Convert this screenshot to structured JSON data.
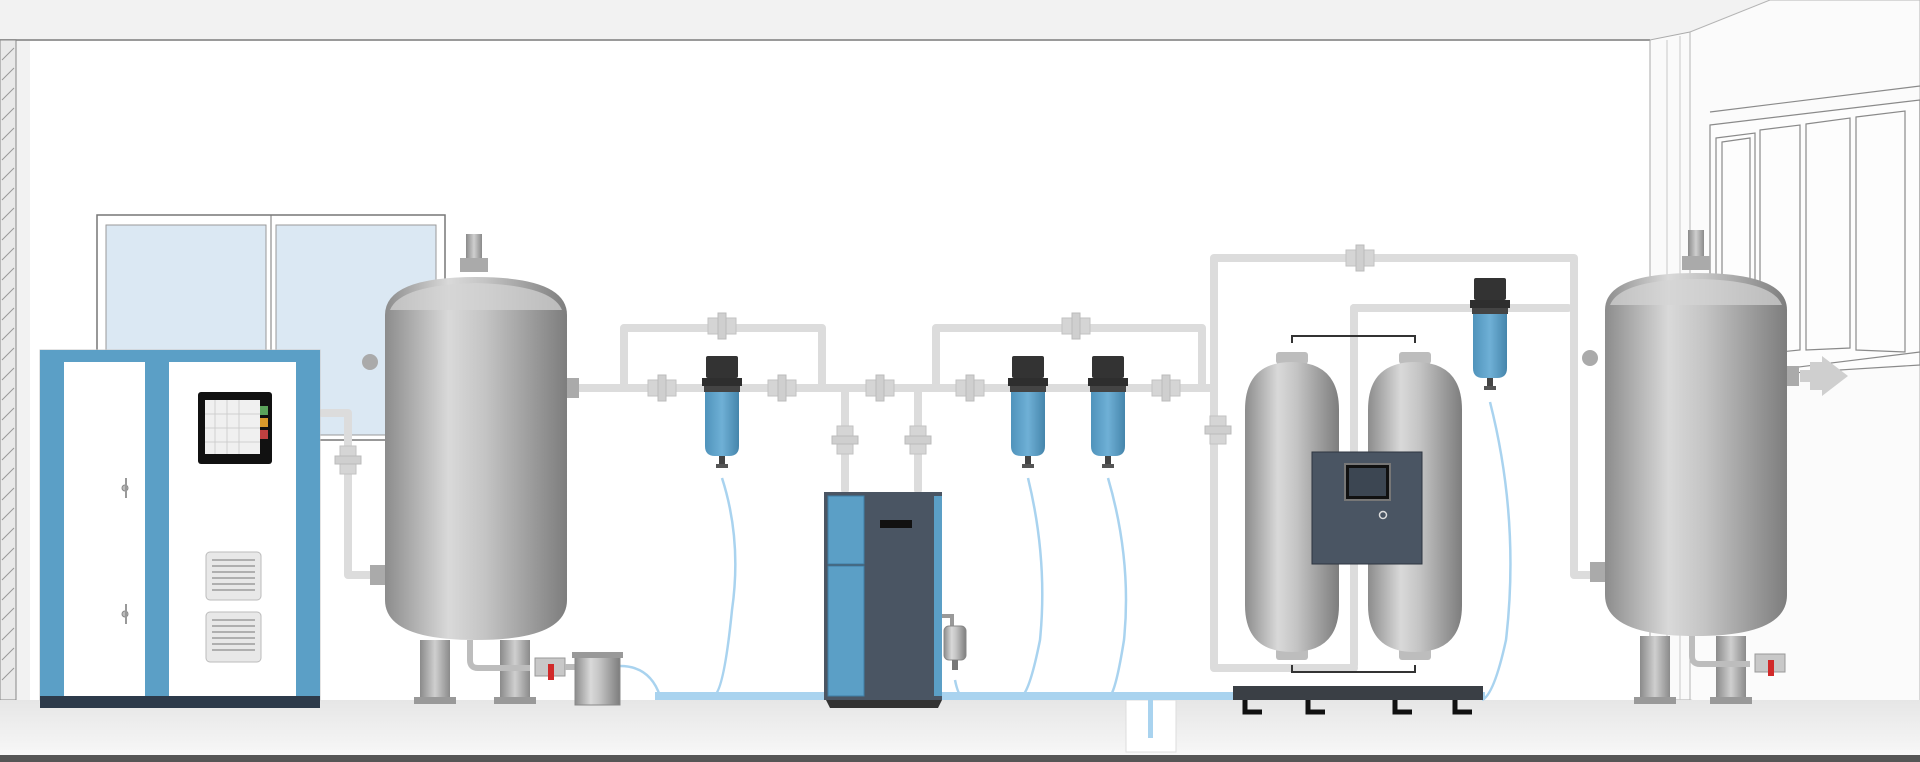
{
  "scene": {
    "kind": "compressed air system room",
    "colors": {
      "wall": "#ffffff",
      "floor": "#eeeeee",
      "pipe": "#dcdcdc",
      "accent_blue": "#5b9fc6",
      "dark_panel": "#4a5563",
      "drain_line": "#a9d3ef",
      "tank_dark": "#8f8f8f",
      "tank_light": "#d6d6d6",
      "valve_red": "#d12a2a",
      "filter_cap": "#3a3a3a",
      "window_glass": "#dbe8f3"
    }
  },
  "equipment": [
    {
      "name": "air-compressor",
      "icon": "compressor-cabinet-icon"
    },
    {
      "name": "wet-air-receiver-tank",
      "icon": "vertical-tank-icon"
    },
    {
      "name": "line-filter-1",
      "icon": "filter-icon"
    },
    {
      "name": "refrigerated-air-dryer",
      "icon": "dryer-cabinet-icon"
    },
    {
      "name": "line-filter-2",
      "icon": "filter-icon"
    },
    {
      "name": "line-filter-3",
      "icon": "filter-icon"
    },
    {
      "name": "adsorption-dryer",
      "icon": "twin-tower-dryer-icon"
    },
    {
      "name": "line-filter-4",
      "icon": "filter-icon"
    },
    {
      "name": "dry-air-receiver-tank",
      "icon": "vertical-tank-icon"
    }
  ],
  "outlet": {
    "icon": "outlet-arrow-icon"
  }
}
